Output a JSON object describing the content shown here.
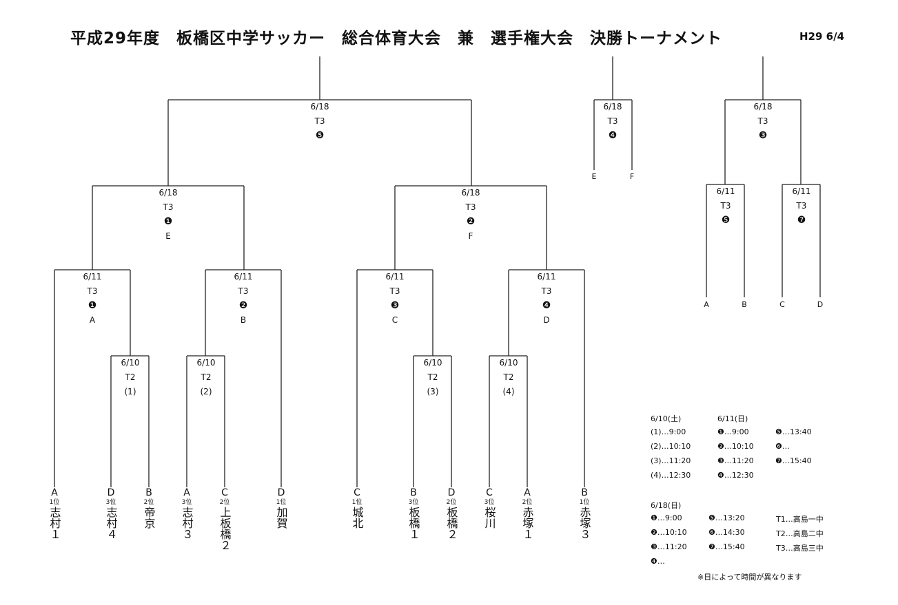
{
  "title": "平成29年度　板橋区中学サッカー　総合体育大会　兼　選手権大会　決勝トーナメント",
  "date_stamp": "H29 6/4",
  "matches": {
    "final": {
      "date": "6/18",
      "venue": "T3",
      "num": "❺",
      "sub": ""
    },
    "semi1": {
      "date": "6/18",
      "venue": "T3",
      "num": "❶",
      "sub": "E"
    },
    "semi2": {
      "date": "6/18",
      "venue": "T3",
      "num": "❷",
      "sub": "F"
    },
    "qf1": {
      "date": "6/11",
      "venue": "T3",
      "num": "❶",
      "sub": "A"
    },
    "qf2": {
      "date": "6/11",
      "venue": "T3",
      "num": "❷",
      "sub": "B"
    },
    "qf3": {
      "date": "6/11",
      "venue": "T3",
      "num": "❸",
      "sub": "C"
    },
    "qf4": {
      "date": "6/11",
      "venue": "T3",
      "num": "❹",
      "sub": "D"
    },
    "r1": {
      "date": "6/10",
      "venue": "T2",
      "num": "(1)",
      "sub": ""
    },
    "r2": {
      "date": "6/10",
      "venue": "T2",
      "num": "(2)",
      "sub": ""
    },
    "r3": {
      "date": "6/10",
      "venue": "T2",
      "num": "(3)",
      "sub": ""
    },
    "r4": {
      "date": "6/10",
      "venue": "T2",
      "num": "(4)",
      "sub": ""
    },
    "third": {
      "date": "6/18",
      "venue": "T3",
      "num": "❹",
      "sub": ""
    },
    "place": {
      "date": "6/18",
      "venue": "T3",
      "num": "❸",
      "sub": ""
    },
    "place_l": {
      "date": "6/11",
      "venue": "T3",
      "num": "❺",
      "sub": ""
    },
    "place_r": {
      "date": "6/11",
      "venue": "T3",
      "num": "❼",
      "sub": ""
    }
  },
  "leaf_letters": {
    "third_left": "E",
    "third_right": "F",
    "p1": "A",
    "p2": "B",
    "p3": "C",
    "p4": "D"
  },
  "teams": [
    {
      "block": "A",
      "rank": "1位",
      "name": "志村１"
    },
    {
      "block": "D",
      "rank": "3位",
      "name": "志村４"
    },
    {
      "block": "B",
      "rank": "2位",
      "name": "帝京"
    },
    {
      "block": "A",
      "rank": "3位",
      "name": "志村３"
    },
    {
      "block": "C",
      "rank": "2位",
      "name": "上板橋２"
    },
    {
      "block": "D",
      "rank": "1位",
      "name": "加賀"
    },
    {
      "block": "C",
      "rank": "1位",
      "name": "城北"
    },
    {
      "block": "B",
      "rank": "3位",
      "name": "板橋１"
    },
    {
      "block": "D",
      "rank": "2位",
      "name": "板橋２"
    },
    {
      "block": "C",
      "rank": "3位",
      "name": "桜川"
    },
    {
      "block": "A",
      "rank": "2位",
      "name": "赤塚１"
    },
    {
      "block": "B",
      "rank": "1位",
      "name": "赤塚３"
    }
  ],
  "schedule": {
    "day1_header": "6/10(土)",
    "day2_header": "6/11(日)",
    "day1": [
      "(1)…9:00",
      "(2)…10:10",
      "(3)…11:20",
      "(4)…12:30"
    ],
    "day2_a": [
      "❶…9:00",
      "❷…10:10",
      "❸…11:20",
      "❹…12:30"
    ],
    "day2_b": [
      "❺…13:40",
      "❻…",
      "❼…15:40"
    ],
    "day3_header": "6/18(日)",
    "day3_a": [
      "❶…9:00",
      "❷…10:10",
      "❸…11:20",
      "❹…"
    ],
    "day3_b": [
      "❺…13:20",
      "❻…14:30",
      "❼…15:40"
    ],
    "venues": [
      "T1…高島一中",
      "T2…高島二中",
      "T3…高島三中"
    ],
    "note": "※日によって時間が異なります"
  }
}
